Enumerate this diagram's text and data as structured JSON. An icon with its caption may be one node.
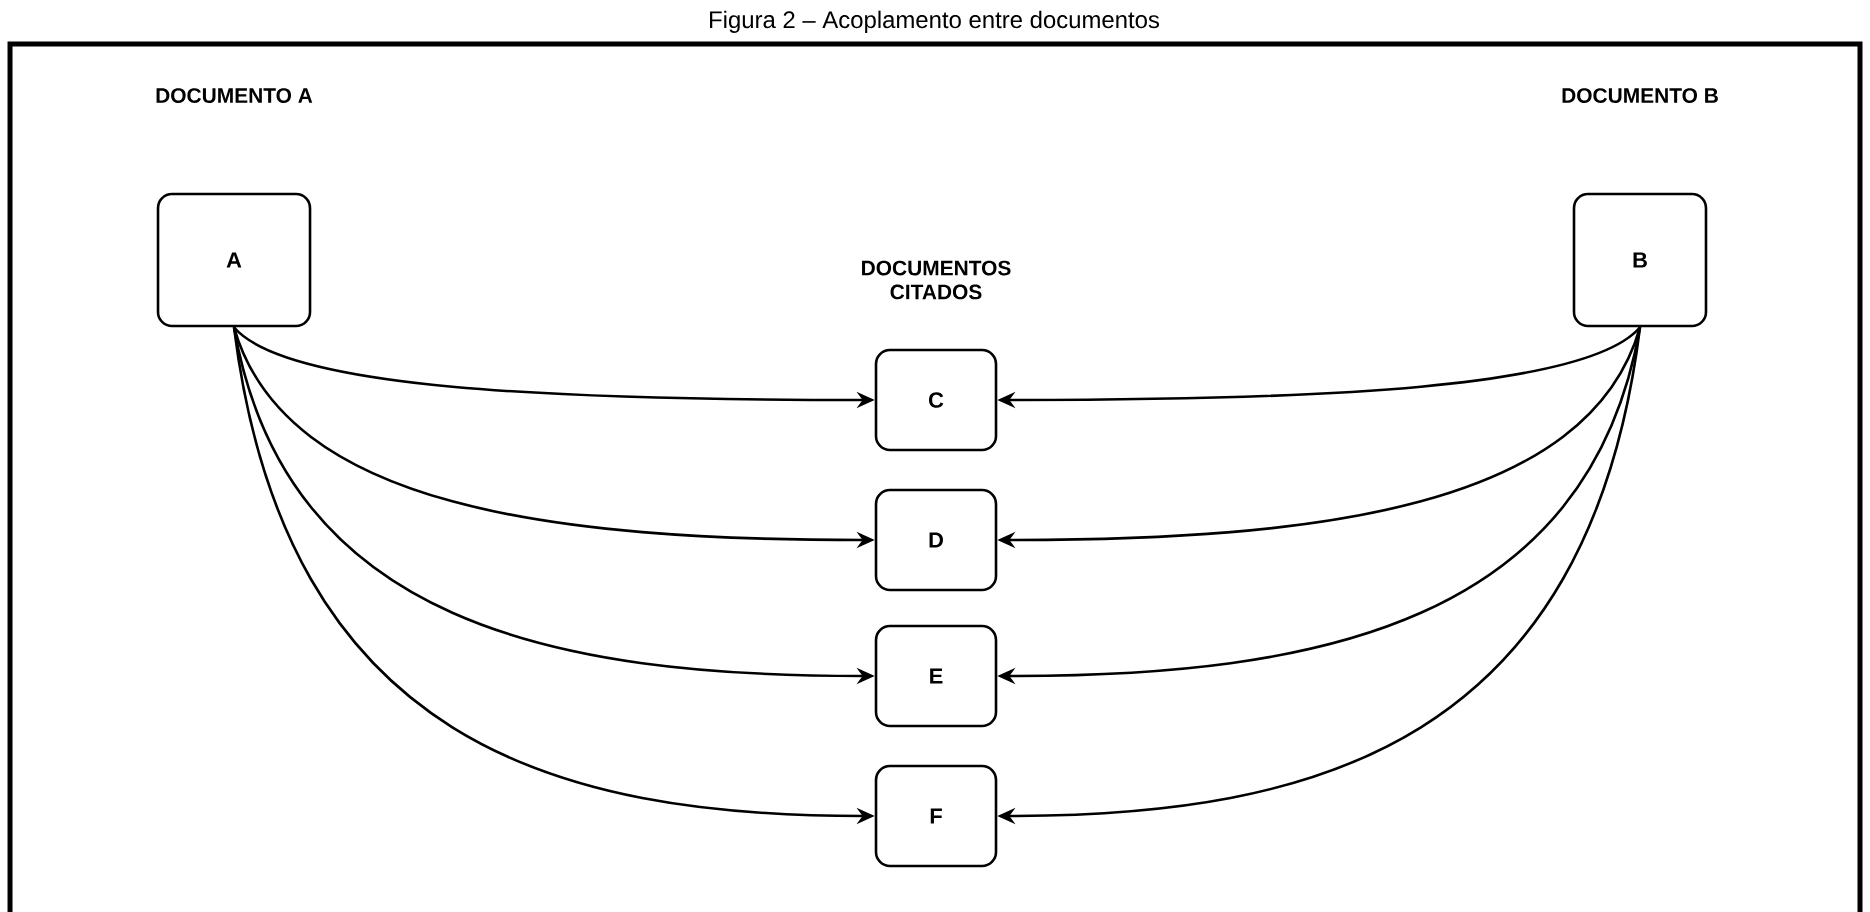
{
  "diagram": {
    "title": "Figura 2 – Acoplamento entre documentos",
    "nodes": [
      {
        "text": [
          "DOCUMENTO A",
          "A"
        ]
      },
      {
        "text": [
          "DOCUMENTO B",
          "B"
        ]
      },
      {
        "text": [
          "C"
        ]
      },
      {
        "text": [
          "D"
        ]
      },
      {
        "text": [
          "E"
        ]
      },
      {
        "text": [
          "F"
        ]
      }
    ],
    "edges": [
      {
        "from": 0,
        "to": 2,
        "arrow": "to"
      },
      {
        "from": 0,
        "to": 3,
        "arrow": "to"
      },
      {
        "from": 0,
        "to": 4,
        "arrow": "to"
      },
      {
        "from": 0,
        "to": 5,
        "arrow": "to"
      },
      {
        "from": 1,
        "to": 2,
        "arrow": "to"
      },
      {
        "from": 1,
        "to": 3,
        "arrow": "to"
      },
      {
        "from": 1,
        "to": 4,
        "arrow": "to"
      },
      {
        "from": 1,
        "to": 5,
        "arrow": "to"
      }
    ],
    "labels": [
      "DOCUMENTOS CITADOS"
    ]
  }
}
